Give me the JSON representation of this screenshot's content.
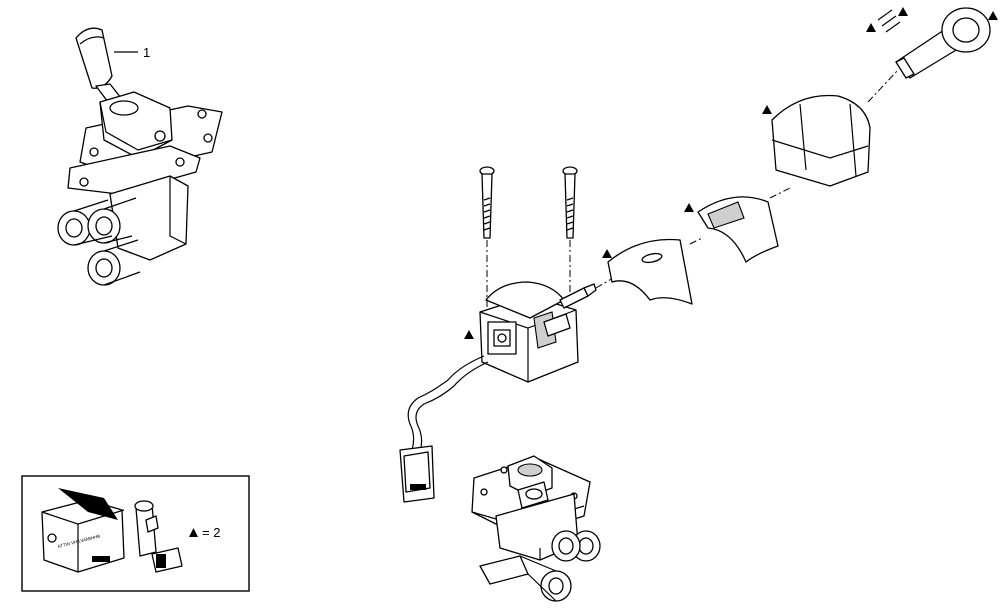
{
  "callouts": {
    "item_1": "1"
  },
  "legend": {
    "quantity_text": "= 2",
    "kit_box_print": "ATTIN  VHILVAMIHHB"
  },
  "markers": {
    "count": 8,
    "meaning": "triangle"
  }
}
